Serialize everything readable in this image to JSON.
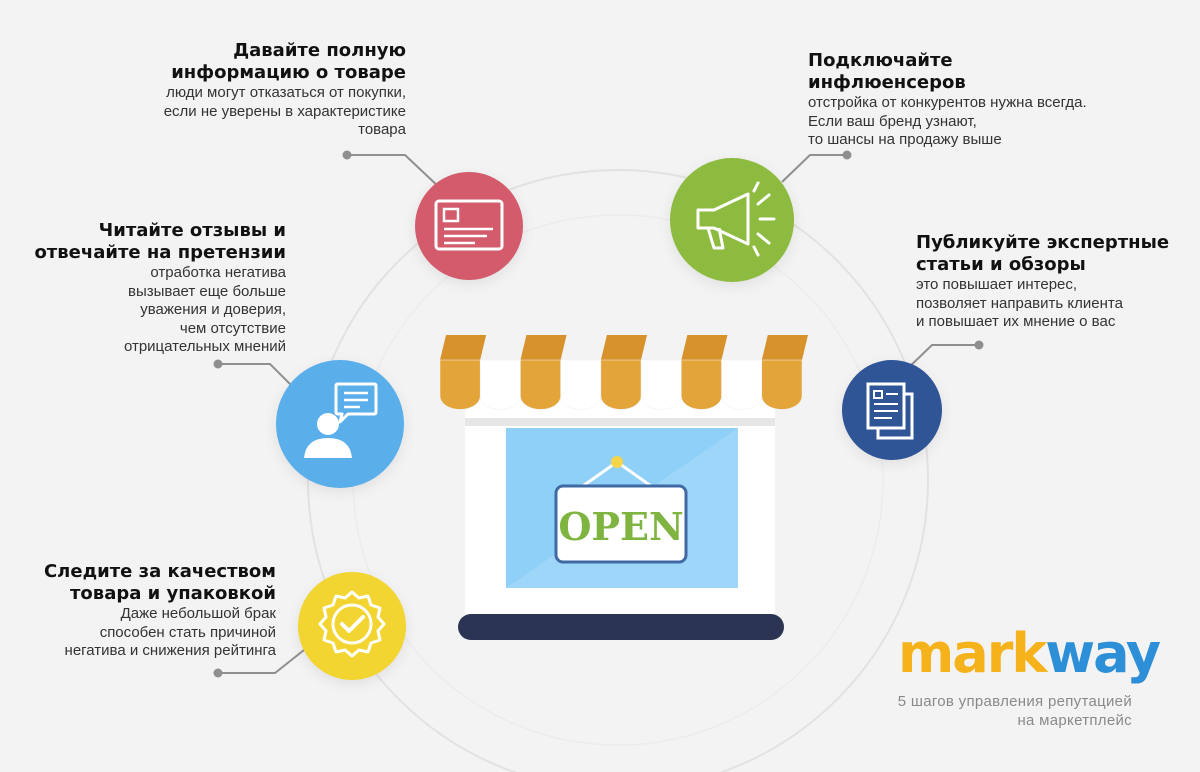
{
  "steps": [
    {
      "title_lines": [
        "Давайте полную",
        "информацию о товаре"
      ],
      "desc_lines": [
        "люди могут отказаться от покупки,",
        "если не уверены в характеристике",
        "товара"
      ],
      "icon": "id-card-icon",
      "color": "#d35b6b"
    },
    {
      "title_lines": [
        "Подключайте",
        "инфлюенсеров"
      ],
      "desc_lines": [
        "отстройка от конкурентов нужна всегда.",
        "Если ваш бренд узнают,",
        "то шансы на продажу выше"
      ],
      "icon": "megaphone-icon",
      "color": "#8dbb3f"
    },
    {
      "title_lines": [
        "Читайте отзывы и",
        "отвечайте на претензии"
      ],
      "desc_lines": [
        "отработка негатива",
        "вызывает еще больше",
        "уважения и доверия,",
        "чем отсутствие",
        "отрицательных мнений"
      ],
      "icon": "user-chat-icon",
      "color": "#5aaee9"
    },
    {
      "title_lines": [
        "Публикуйте экспертные",
        "статьи и обзоры"
      ],
      "desc_lines": [
        "это повышает интерес,",
        "позволяет направить клиента",
        "и повышает их мнение о вас"
      ],
      "icon": "documents-icon",
      "color": "#2f5597"
    },
    {
      "title_lines": [
        "Следите за качеством",
        "товара и упаковкой"
      ],
      "desc_lines": [
        "Даже небольшой брак",
        "способен стать причиной",
        "негатива и снижения рейтинга"
      ],
      "icon": "quality-badge-icon",
      "color": "#f2d531"
    }
  ],
  "store": {
    "sign_text": "OPEN",
    "awning_colors": [
      "#e3a53a",
      "#ffffff"
    ],
    "window_color": "#8fd0f8",
    "sign_text_color": "#7fb441",
    "counter_color": "#2b3553"
  },
  "brand": {
    "logo_part1": "mark",
    "logo_part2": "way",
    "logo_color1": "#f5b21a",
    "logo_color2": "#2d8fd8",
    "caption_lines": [
      "5 шагов управления репутацией",
      "на маркетплейс"
    ]
  }
}
